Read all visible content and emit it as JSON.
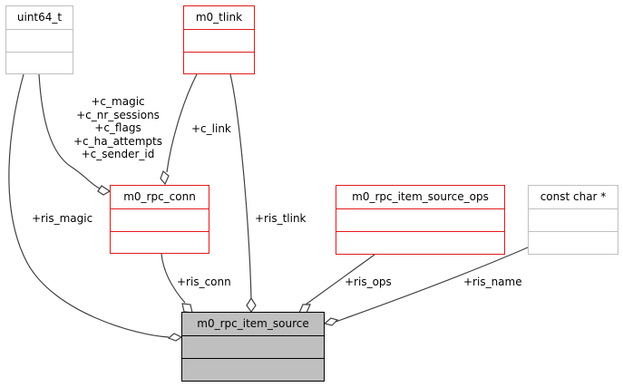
{
  "diagram": {
    "nodes": {
      "uint64_t": "uint64_t",
      "m0_tlink": "m0_tlink",
      "m0_rpc_conn": "m0_rpc_conn",
      "m0_rpc_item_source_ops": "m0_rpc_item_source_ops",
      "const_char_ptr": "const char *",
      "m0_rpc_item_source": "m0_rpc_item_source"
    },
    "edge_labels": {
      "conn_fields": [
        "+c_magic",
        "+c_nr_sessions",
        "+c_flags",
        "+c_ha_attempts",
        "+c_sender_id"
      ],
      "c_link": "+c_link",
      "ris_magic": "+ris_magic",
      "ris_tlink": "+ris_tlink",
      "ris_conn": "+ris_conn",
      "ris_ops": "+ris_ops",
      "ris_name": "+ris_name"
    },
    "colors": {
      "external_border": "#bfbfbf",
      "linked_border": "#e31a1c",
      "focus_fill": "#bfbfbf",
      "edge": "#404040"
    }
  }
}
